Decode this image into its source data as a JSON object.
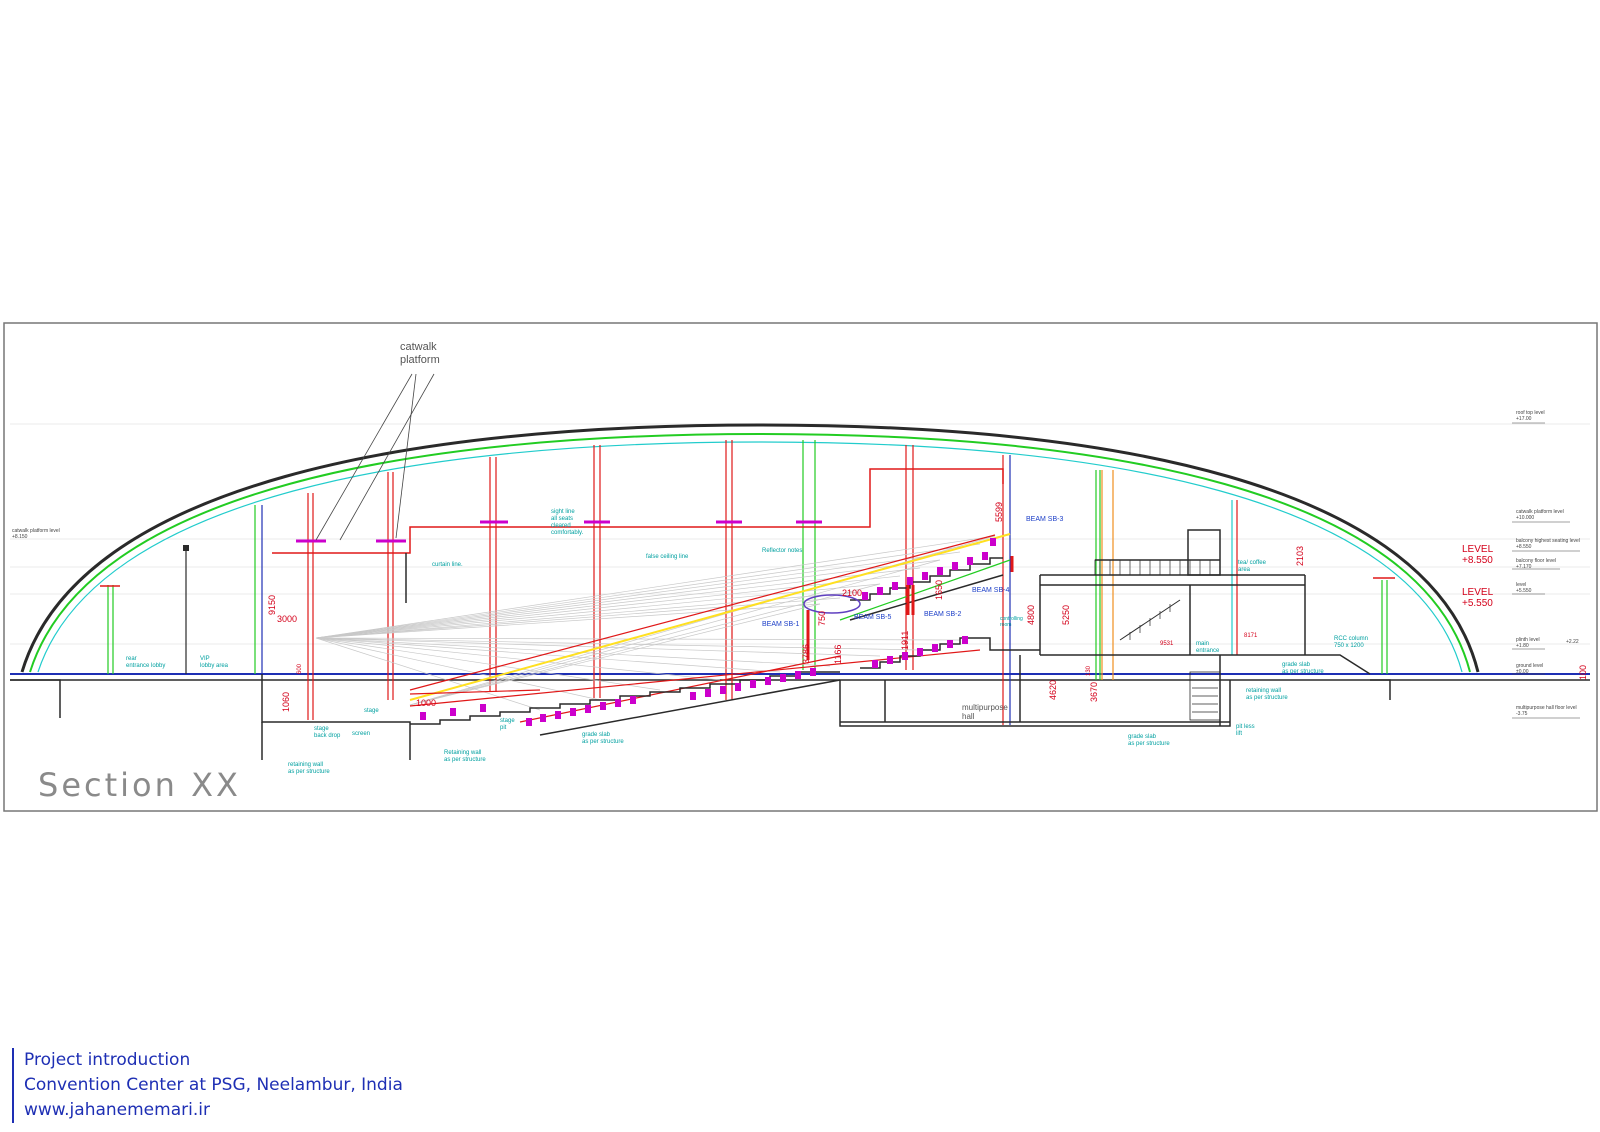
{
  "drawing": {
    "title": "Section  XX",
    "callout": [
      "catwalk",
      "platform"
    ],
    "labels": {
      "rear_entrance": [
        "rear",
        "entrance lobby"
      ],
      "vip_lobby": [
        "VIP",
        "lobby  area"
      ],
      "catwalk_level": [
        "catwalk platform level",
        "+8.150"
      ],
      "curtain_line": "curtain line.",
      "sight_line": [
        "sight line",
        "all seats",
        "cleared",
        "comfortably."
      ],
      "false_ceiling": "false ceiling line",
      "reflector_notes": "Reflector notes",
      "stage": "stage",
      "stage_back_drop": [
        "stage",
        "back drop"
      ],
      "screen": "screen",
      "stage_pit": [
        "stage",
        "pit"
      ],
      "retaining_wall_1": [
        "retaining wall",
        "as per structure"
      ],
      "retaining_wall_2": [
        "Retaining wall",
        "as per structure"
      ],
      "retaining_wall_3": [
        "retaining wall",
        "as per structure"
      ],
      "grade_slab_1": [
        "grade slab",
        "as per structure"
      ],
      "grade_slab_2": [
        "grade slab",
        "as per structure"
      ],
      "grade_slab_3": [
        "grade slab",
        "as per structure"
      ],
      "multipurpose_hall": [
        "multipurpose",
        "hall"
      ],
      "tea_coffee": [
        "tea/ coffee",
        "area"
      ],
      "main_entrance": [
        "main",
        "entrance"
      ],
      "rcc_column": [
        "RCC column",
        "750 x 1200"
      ],
      "pit_less_lift": [
        "pit less",
        "lift"
      ],
      "controlling_room": [
        "controlling",
        "room"
      ],
      "beam_sb1": "BEAM SB-1",
      "beam_sb2": "BEAM SB-2",
      "beam_sb3": "BEAM SB-3",
      "beam_sb4": "BEAM SB-4",
      "beam_sb5": "BEAM SB-5"
    },
    "dimensions": [
      "9150",
      "3000",
      "1000",
      "1060",
      "600",
      "5599",
      "2100",
      "750",
      "3786",
      "1166",
      "1650",
      "1911",
      "4800",
      "5250",
      "4620",
      "3670",
      "2103",
      "9531",
      "8171",
      "100",
      "130"
    ],
    "levels": [
      {
        "name": "roof top level",
        "value": "+17.00"
      },
      {
        "name": "catwalk platform level",
        "value": "+10.000"
      },
      {
        "name": "balcony highest seating level",
        "value": "+8.550"
      },
      {
        "name": "balcony floor level",
        "value": "+7.170"
      },
      {
        "name": "level",
        "value": "+5.550"
      },
      {
        "name": "plinth level",
        "value": "+1.80"
      },
      {
        "name": "ground level",
        "value": "±0.00"
      },
      {
        "name": "multipurpose hall floor level",
        "value": "-3.75"
      }
    ],
    "level_marks": [
      {
        "label": "LEVEL",
        "value": "+8.550"
      },
      {
        "label": "LEVEL",
        "value": "+5.550"
      }
    ],
    "small_tag": "+2.22"
  },
  "footer": {
    "line1": "Project introduction",
    "line2": "Convention Center at PSG, Neelambur, India",
    "line3": "www.jahanememari.ir"
  },
  "colors": {
    "roof_outer": "#2a2a2a",
    "roof_green": "#22cc22",
    "roof_cyan": "#22cccc",
    "structure_red": "#e01818",
    "ground_blue": "#1e2fb4",
    "sightline_yellow": "#ffe020",
    "seat_magenta": "#cc00cc"
  }
}
